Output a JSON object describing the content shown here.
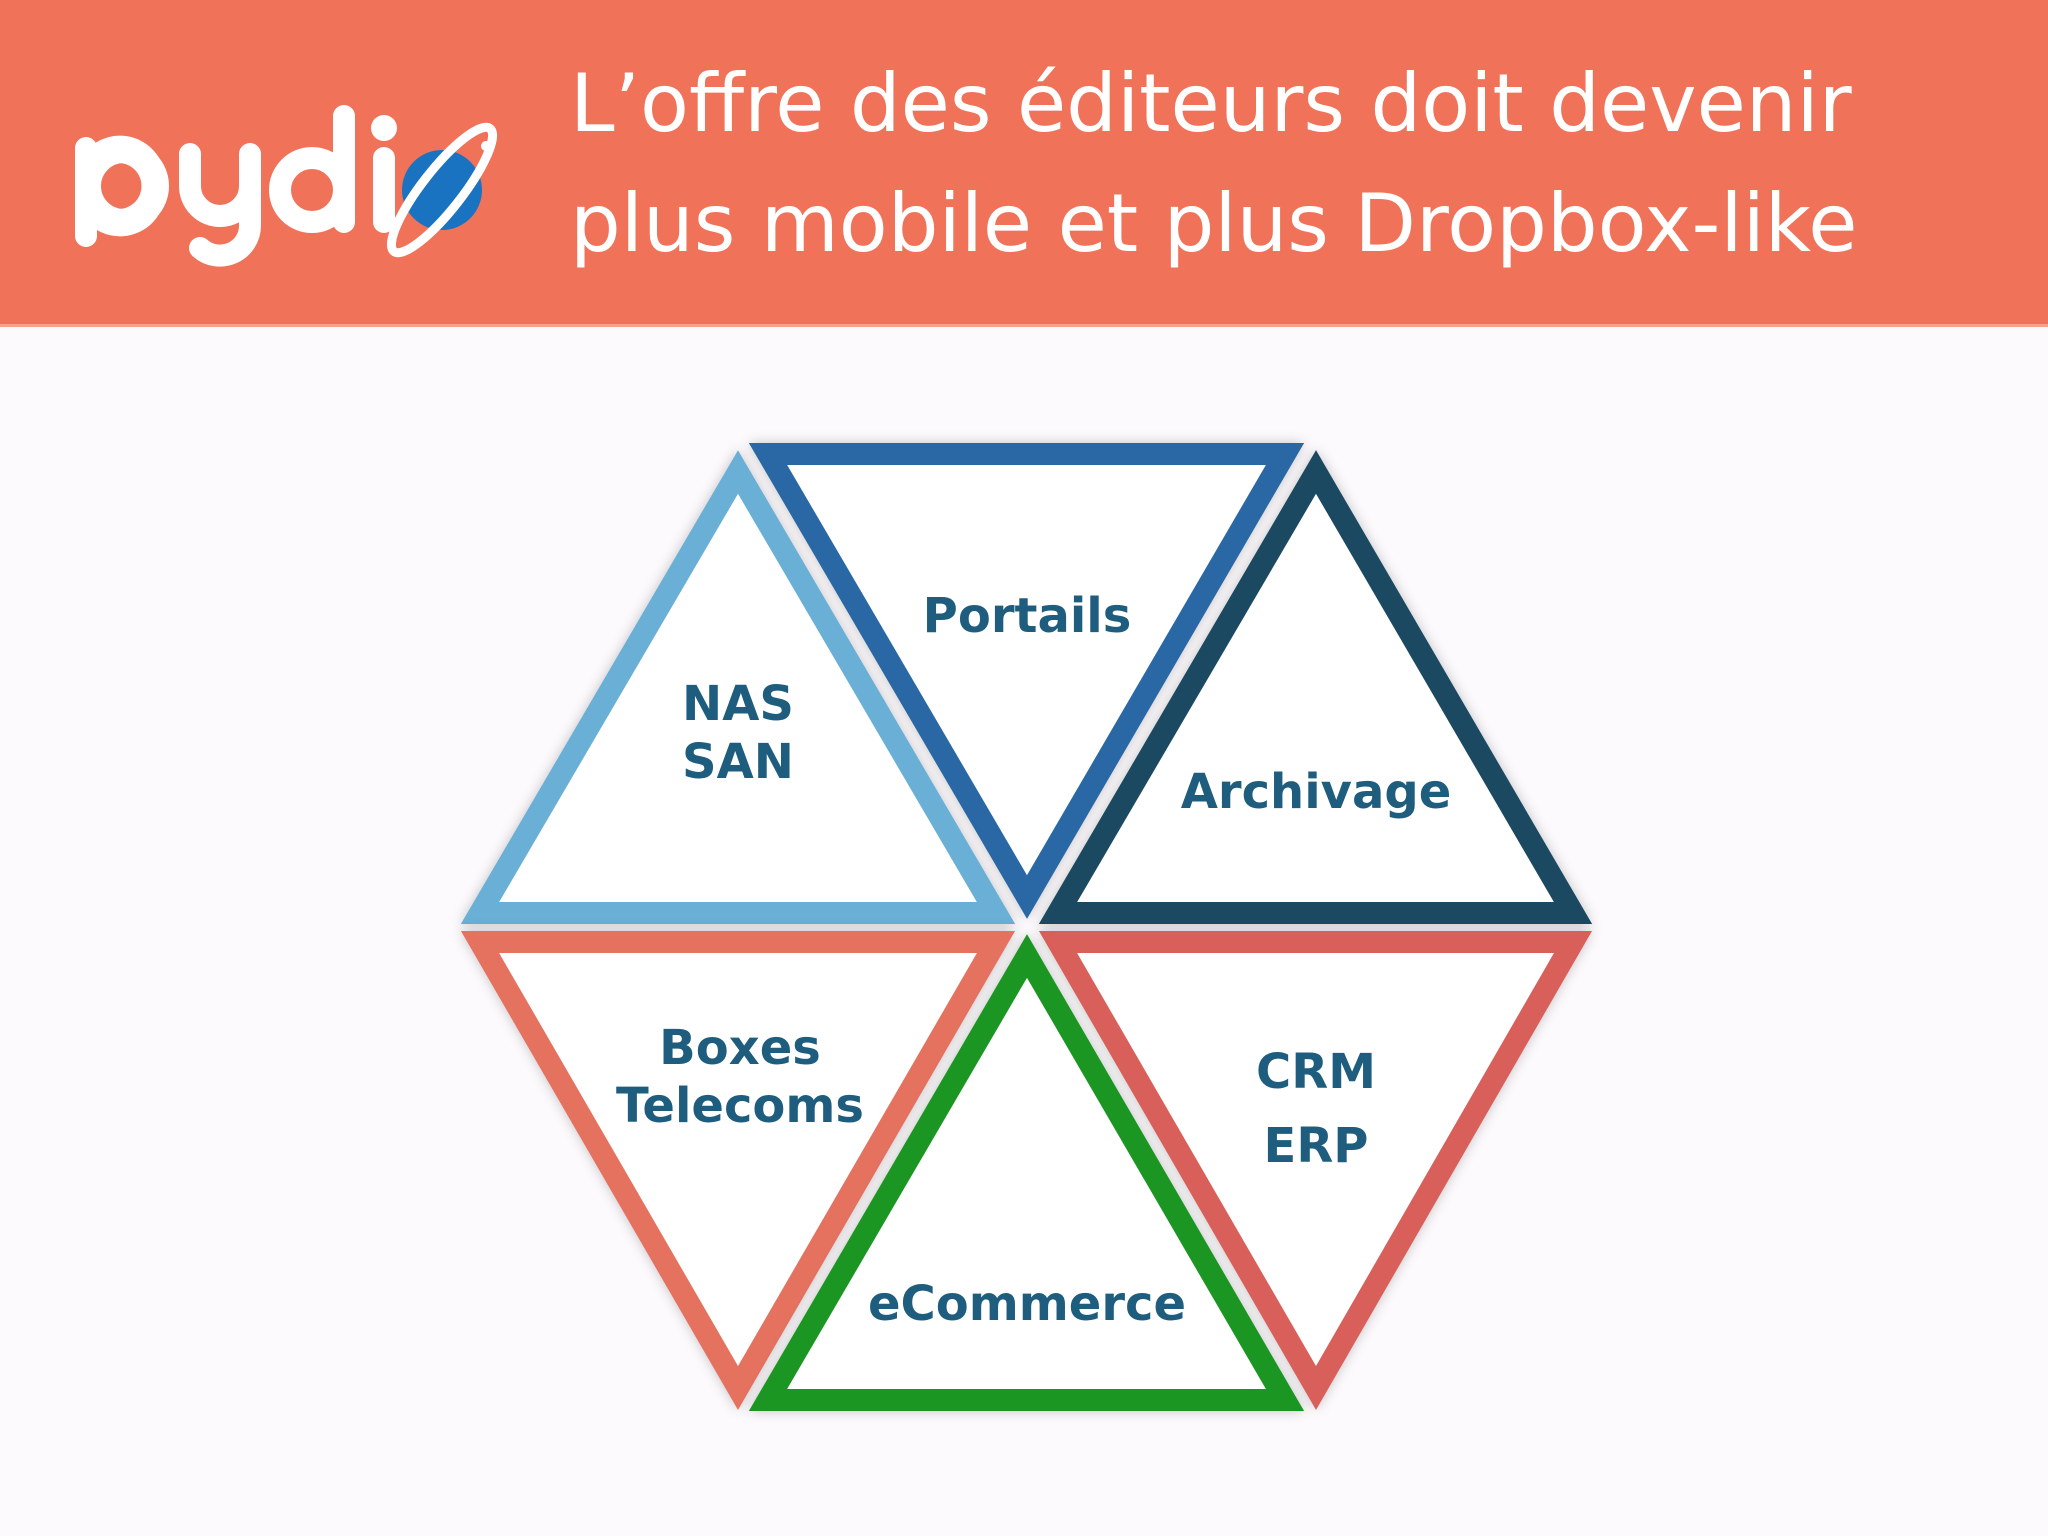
{
  "header": {
    "brand": "pydio",
    "title_line1": "L’offre des éditeurs doit devenir",
    "title_line2": "plus mobile et plus Dropbox-like",
    "background_color": "#f07259"
  },
  "diagram": {
    "segments": [
      {
        "lines": [
          "NAS",
          "SAN"
        ],
        "color": "#6aafd6"
      },
      {
        "lines": [
          "Portails"
        ],
        "color": "#2b68a5"
      },
      {
        "lines": [
          "Archivage"
        ],
        "color": "#1f4a62"
      },
      {
        "lines": [
          "Boxes",
          "Telecoms"
        ],
        "color": "#e5715f"
      },
      {
        "lines": [
          "eCommerce"
        ],
        "color": "#1f9624"
      },
      {
        "lines": [
          "CRM",
          "ERP"
        ],
        "color": "#d9605a"
      }
    ],
    "label_color": "#1f5d7e"
  }
}
